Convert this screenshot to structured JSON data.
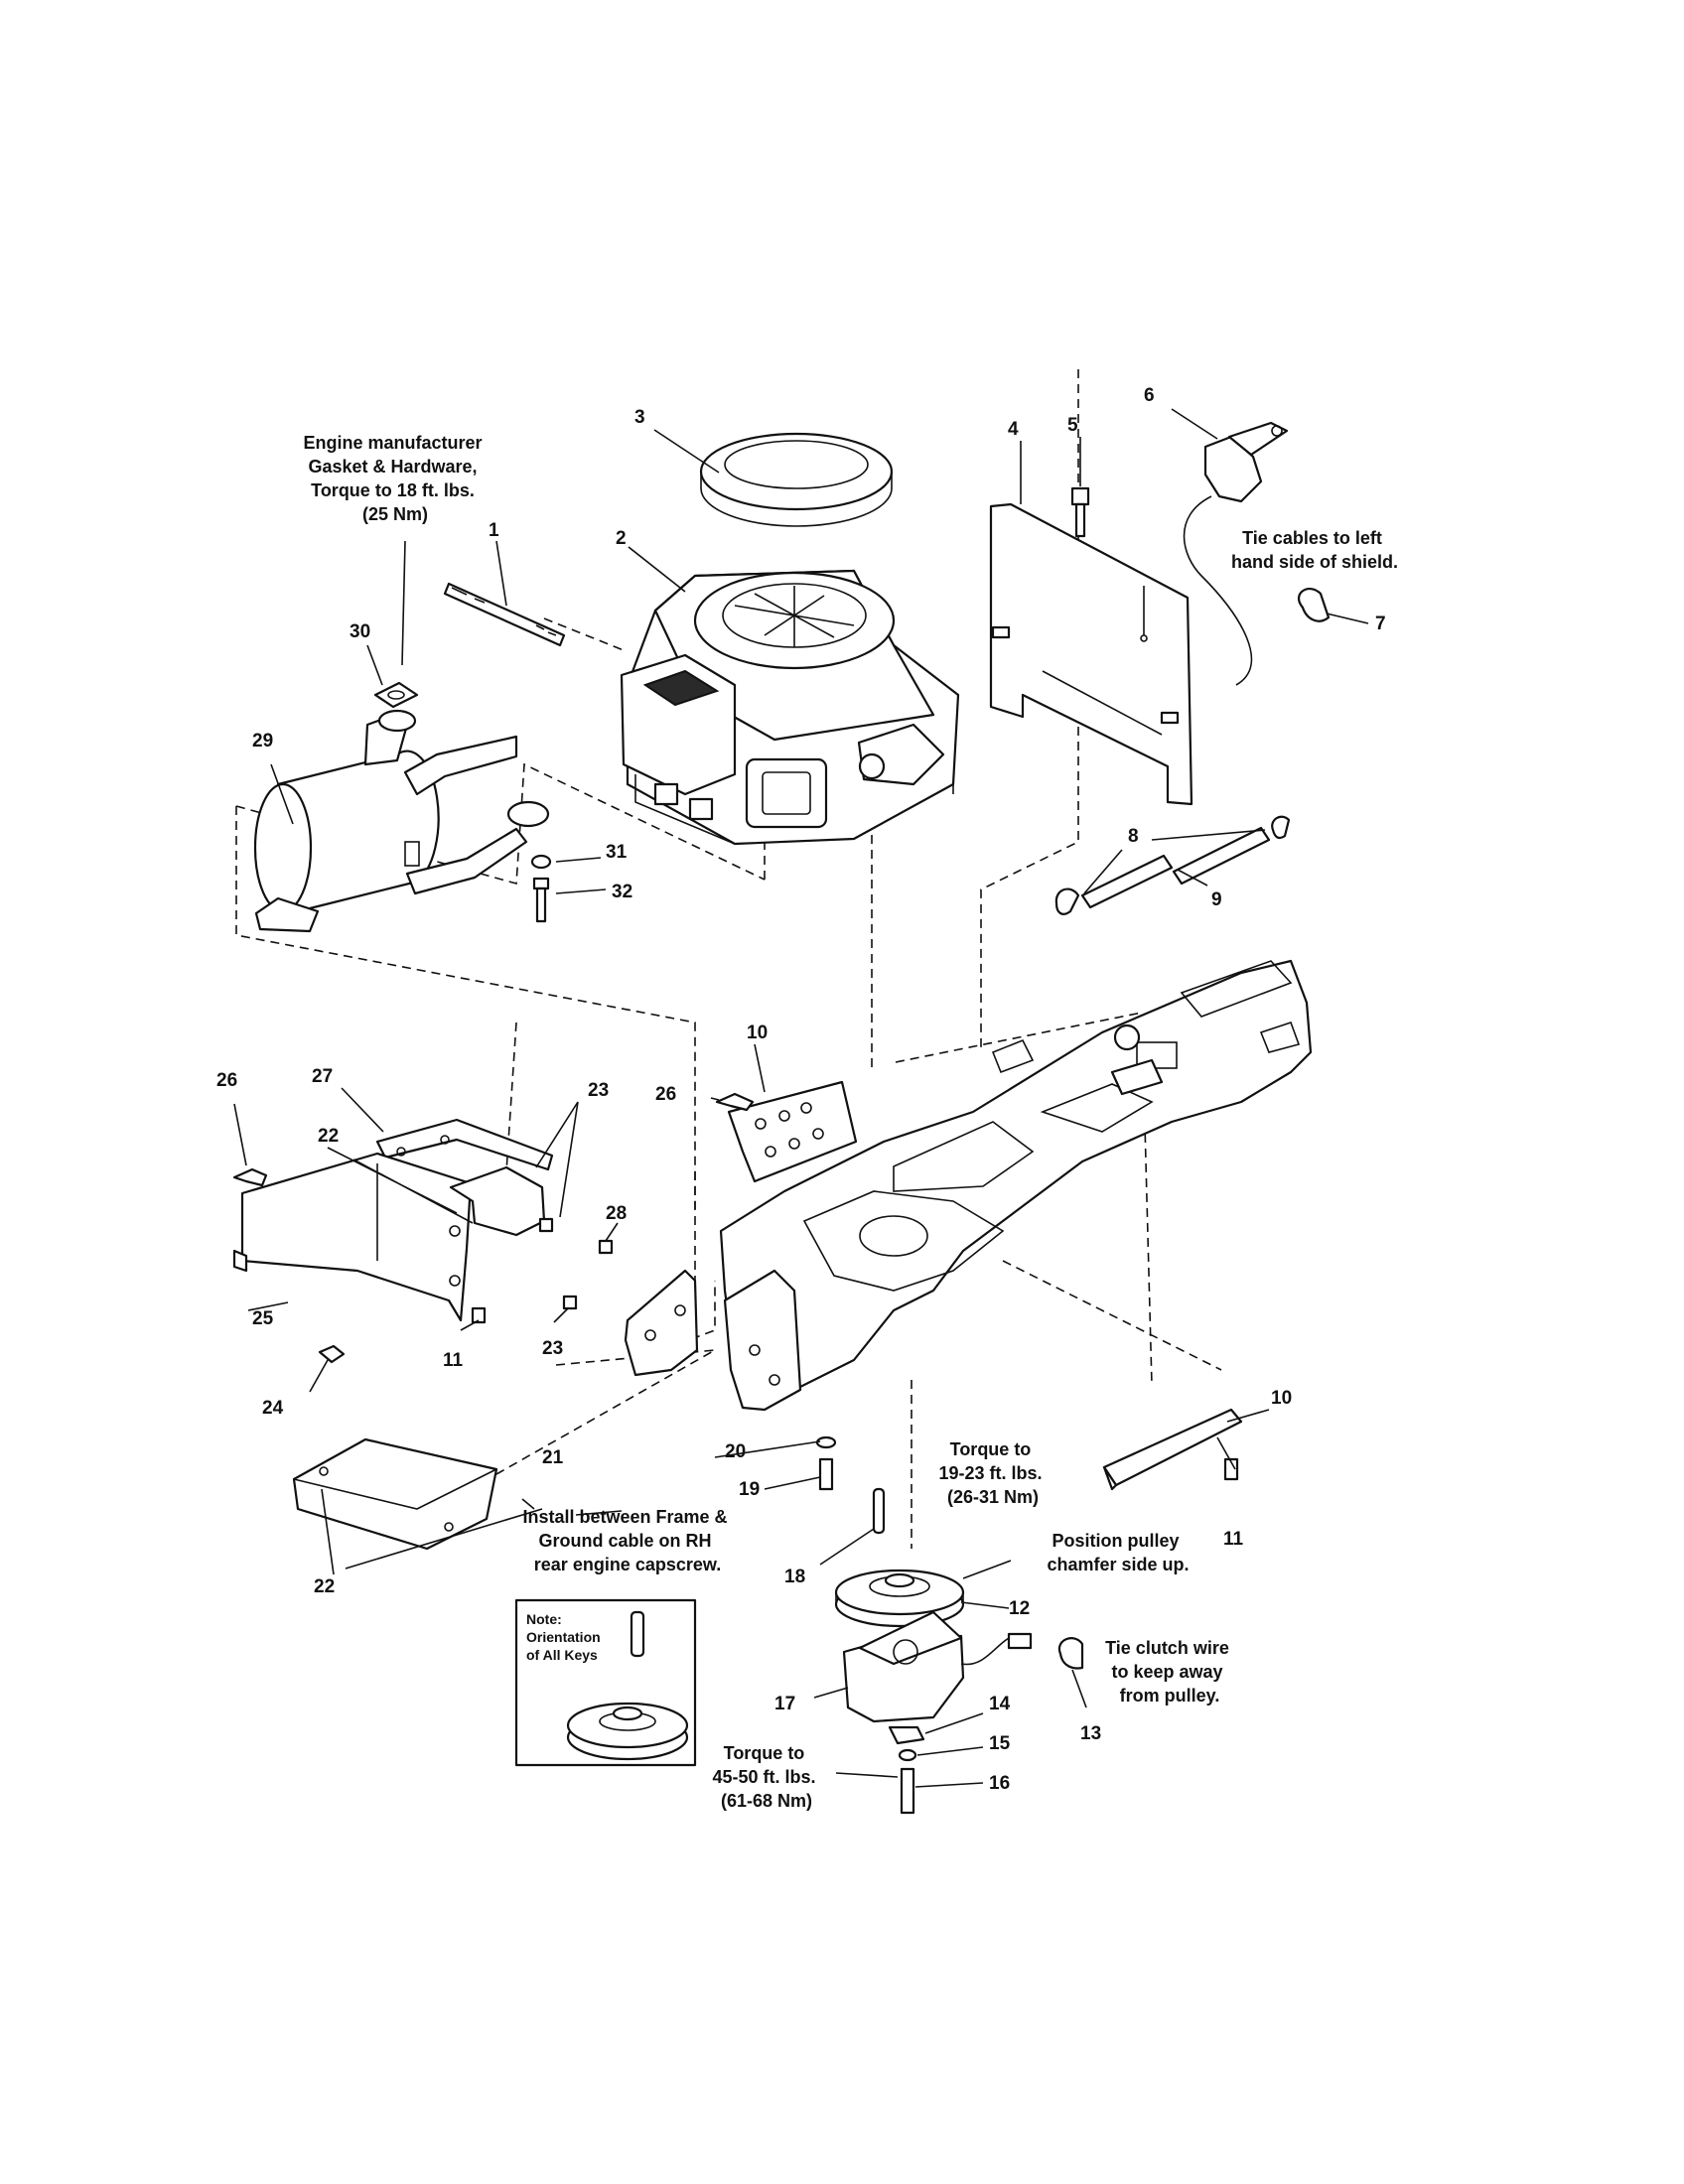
{
  "notes": {
    "engine_gasket": [
      "Engine manufacturer",
      "Gasket & Hardware,",
      "Torque to 18 ft. lbs.",
      "(25 Nm)"
    ],
    "tie_cables": [
      "Tie cables to left",
      "hand side of shield."
    ],
    "frame_ground": [
      "Install between Frame &",
      "Ground cable on RH",
      "rear engine capscrew."
    ],
    "torque_19": [
      "Torque to",
      "19-23 ft. lbs.",
      "(26-31 Nm)"
    ],
    "pulley_position": [
      "Position pulley",
      "chamfer side up."
    ],
    "clutch_wire": [
      "Tie clutch wire",
      "to keep away",
      "from pulley."
    ],
    "torque_45": [
      "Torque to",
      "45-50 ft. lbs.",
      "(61-68 Nm)"
    ],
    "inset": [
      "Note:",
      "Orientation",
      "of All Keys"
    ]
  },
  "callouts": {
    "c1": "1",
    "c2": "2",
    "c3": "3",
    "c4": "4",
    "c5": "5",
    "c6": "6",
    "c7": "7",
    "c8": "8",
    "c9": "9",
    "c10a": "10",
    "c10b": "10",
    "c11a": "11",
    "c11b": "11",
    "c12": "12",
    "c13": "13",
    "c14": "14",
    "c15": "15",
    "c16": "16",
    "c17": "17",
    "c18": "18",
    "c19": "19",
    "c20": "20",
    "c21": "21",
    "c22a": "22",
    "c22b": "22",
    "c23a": "23",
    "c23b": "23",
    "c24": "24",
    "c25": "25",
    "c26a": "26",
    "c26b": "26",
    "c27": "27",
    "c28": "28",
    "c29": "29",
    "c30": "30",
    "c31": "31",
    "c32": "32"
  }
}
